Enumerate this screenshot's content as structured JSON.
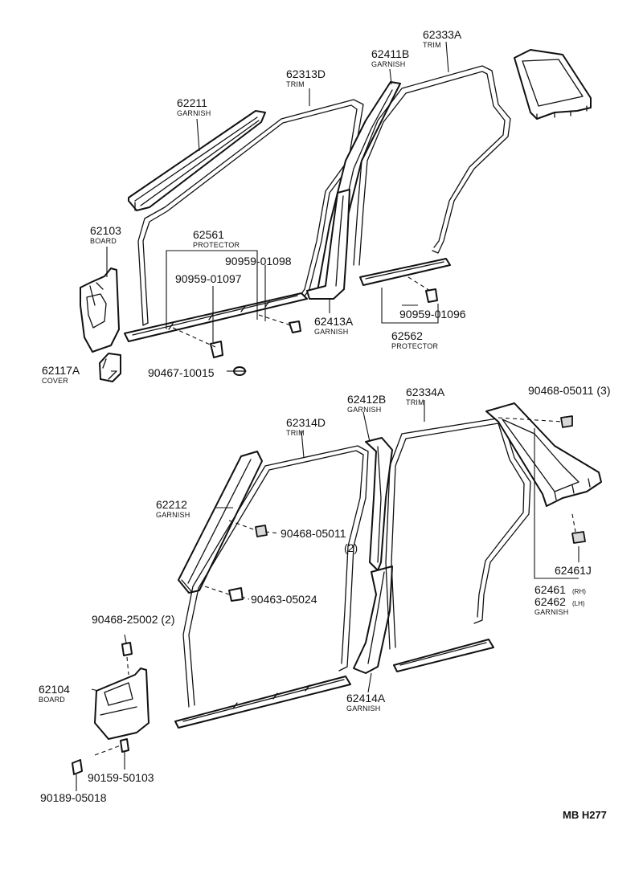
{
  "parts": {
    "p62333A": {
      "number": "62333A",
      "name": "TRIM"
    },
    "p62411B": {
      "number": "62411B",
      "name": "GARNISH"
    },
    "p62313D": {
      "number": "62313D",
      "name": "TRIM"
    },
    "p62211": {
      "number": "62211",
      "name": "GARNISH"
    },
    "p62103": {
      "number": "62103",
      "name": "BOARD"
    },
    "p62561": {
      "number": "62561",
      "name": "PROTECTOR"
    },
    "p62117A": {
      "number": "62117A",
      "name": "COVER"
    },
    "p62413A": {
      "number": "62413A",
      "name": "GARNISH"
    },
    "p62562": {
      "number": "62562",
      "name": "PROTECTOR"
    },
    "p62334A": {
      "number": "62334A",
      "name": "TRIM"
    },
    "p62412B": {
      "number": "62412B",
      "name": "GARNISH"
    },
    "p62314D": {
      "number": "62314D",
      "name": "TRIM"
    },
    "p62212": {
      "number": "62212",
      "name": "GARNISH"
    },
    "p62461J": {
      "number": "62461J"
    },
    "p62461": {
      "number": "62461",
      "variant": "(RH)"
    },
    "p62462": {
      "number": "62462",
      "variant": "(LH)",
      "name": "GARNISH"
    },
    "p62104": {
      "number": "62104",
      "name": "BOARD"
    },
    "p62414A": {
      "number": "62414A",
      "name": "GARNISH"
    }
  },
  "fasteners": {
    "f90959_01098": "90959-01098",
    "f90959_01097": "90959-01097",
    "f90959_01096": "90959-01096",
    "f90467_10015": "90467-10015",
    "f90468_05011_3": "90468-05011  (3)",
    "f90468_05011_a": "90468-05011",
    "f90468_05011_qty": "(2)",
    "f90463_05024": "90463-05024",
    "f90468_25002": "90468-25002  (2)",
    "f90159_50103": "90159-50103",
    "f90189_05018": "90189-05018"
  },
  "diagram_code": "MB H277"
}
